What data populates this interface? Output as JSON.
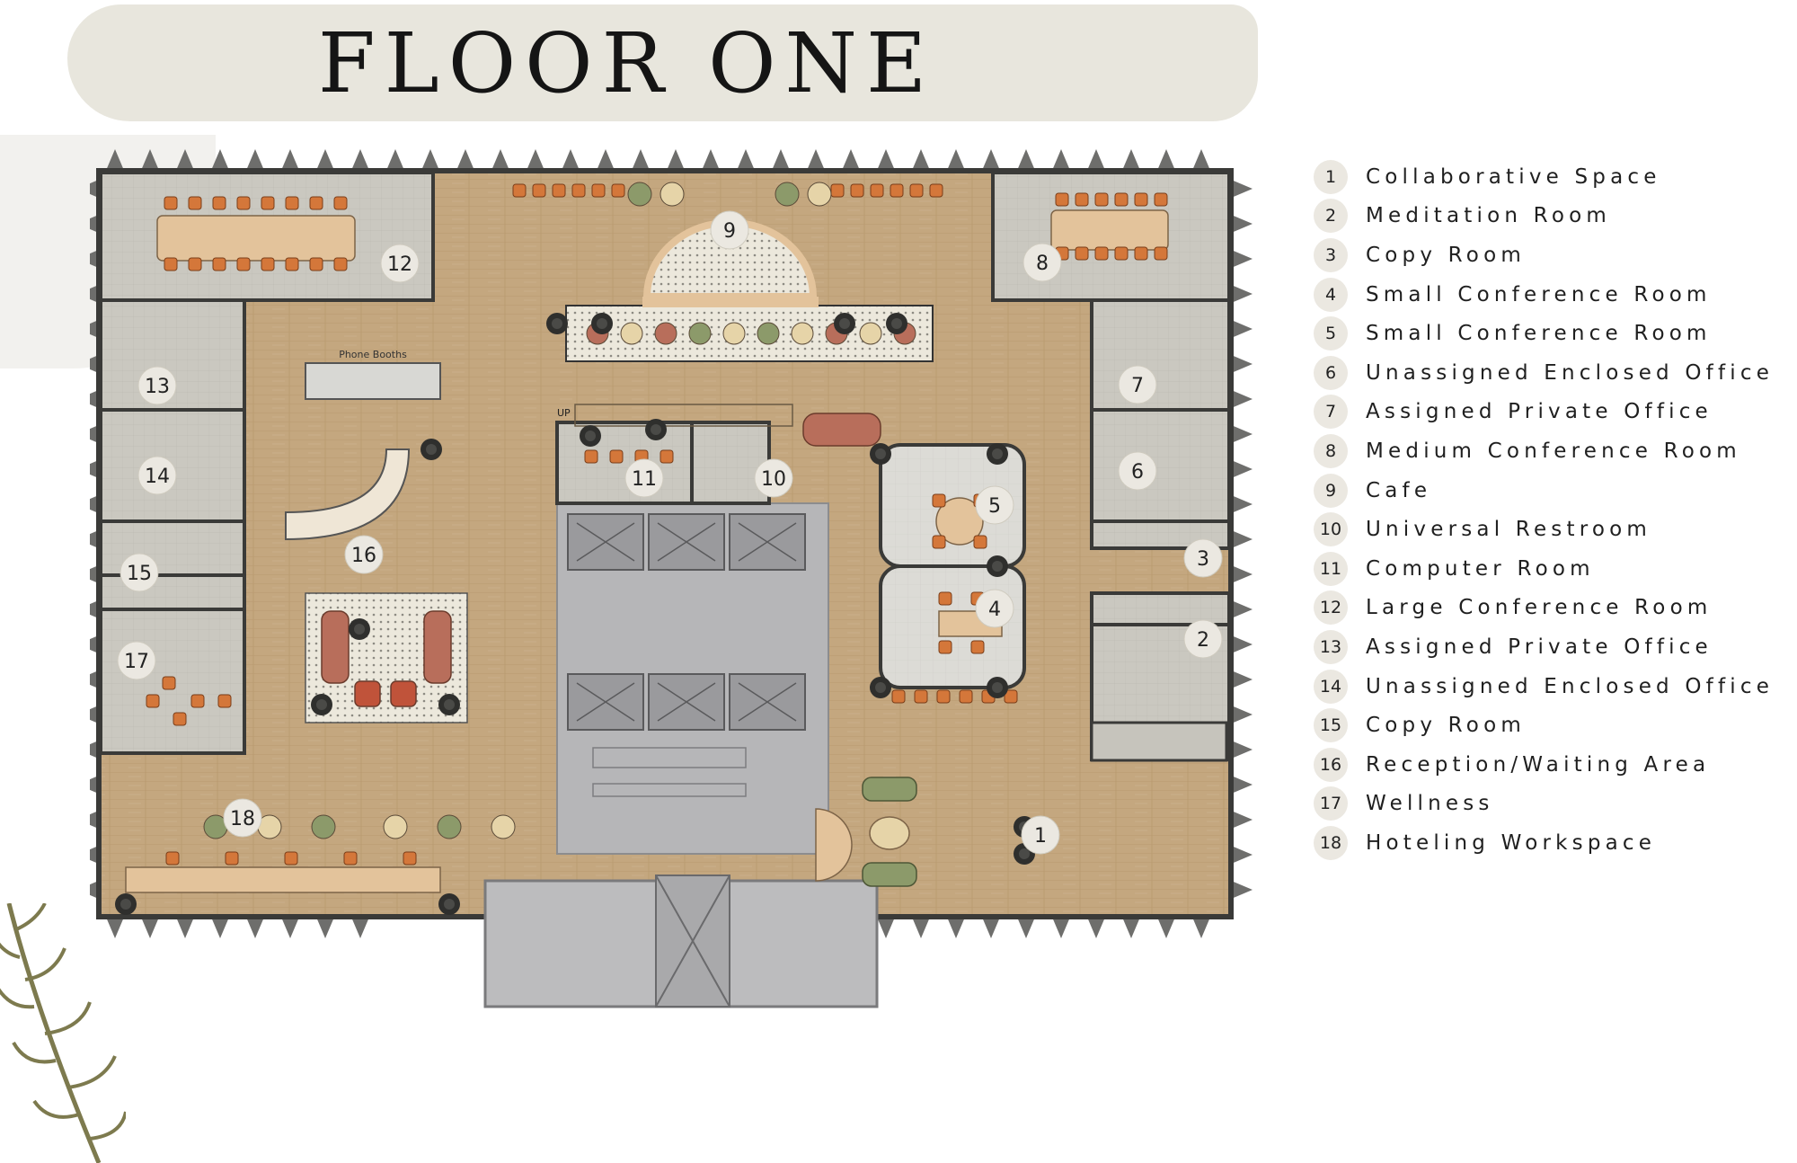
{
  "page": {
    "title": "FLOOR ONE"
  },
  "legend": {
    "items": [
      {
        "num": "1",
        "label": "Collaborative Space"
      },
      {
        "num": "2",
        "label": "Meditation Room"
      },
      {
        "num": "3",
        "label": "Copy Room"
      },
      {
        "num": "4",
        "label": "Small Conference Room"
      },
      {
        "num": "5",
        "label": "Small Conference Room"
      },
      {
        "num": "6",
        "label": "Unassigned Enclosed Office"
      },
      {
        "num": "7",
        "label": "Assigned Private Office"
      },
      {
        "num": "8",
        "label": "Medium Conference Room"
      },
      {
        "num": "9",
        "label": "Cafe"
      },
      {
        "num": "10",
        "label": "Universal Restroom"
      },
      {
        "num": "11",
        "label": "Computer Room"
      },
      {
        "num": "12",
        "label": "Large Conference Room"
      },
      {
        "num": "13",
        "label": "Assigned Private Office"
      },
      {
        "num": "14",
        "label": "Unassigned Enclosed Office"
      },
      {
        "num": "15",
        "label": "Copy Room"
      },
      {
        "num": "16",
        "label": "Reception/Waiting Area"
      },
      {
        "num": "17",
        "label": "Wellness"
      },
      {
        "num": "18",
        "label": "Hoteling Workspace"
      }
    ]
  },
  "plan": {
    "phone_booths_label": "Phone Booths",
    "stair_label": "UP",
    "room_markers": [
      "1",
      "2",
      "3",
      "4",
      "5",
      "6",
      "7",
      "8",
      "9",
      "10",
      "11",
      "12",
      "13",
      "14",
      "15",
      "16",
      "17",
      "18"
    ]
  },
  "colors": {
    "title_banner": "#e8e6dd",
    "marker_fill": "#ebe8e1",
    "wood_floor": "#c2a57d",
    "room_floor": "#c8c6be",
    "wall": "#3a3a38",
    "core": "#b3b3b5",
    "chair_orange": "#d4773a",
    "table_wood": "#e3c39b",
    "sofa_clay": "#b86e5b",
    "sage": "#8c9a6a",
    "fern": "#7d7a4e"
  }
}
